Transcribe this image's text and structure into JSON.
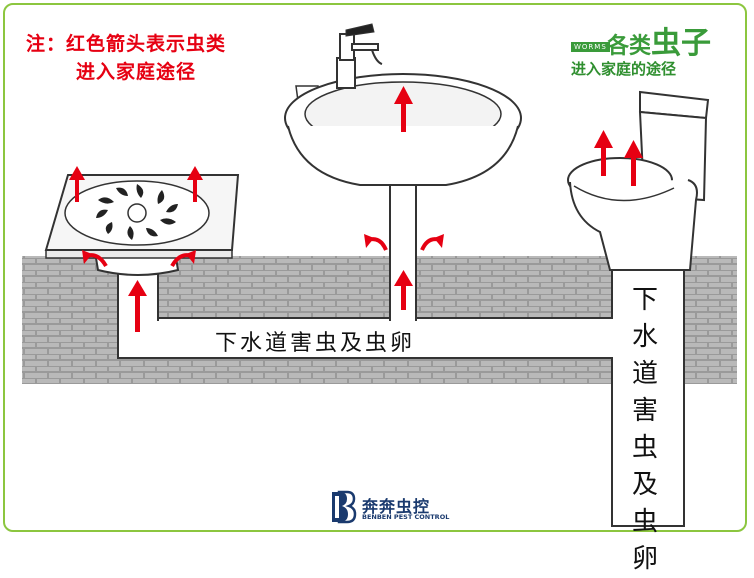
{
  "note": {
    "line1": "注：红色箭头表示虫类",
    "line2": "进入家庭途径"
  },
  "brand": {
    "title_prefix": "各类",
    "title_main": "虫子",
    "worms_tag": "WORMS",
    "subtitle": "进入家庭的途径"
  },
  "pipe_labels": {
    "horizontal": "下水道害虫及虫卵",
    "vertical": "下水道害虫及虫卵"
  },
  "logo": {
    "name": "奔奔虫控",
    "english": "BENBEN PEST CONTROL"
  },
  "colors": {
    "arrow": "#e60012",
    "brand_green": "#3a9b3a",
    "frame_green": "#8cc63f",
    "logo_blue": "#1a3a6e"
  },
  "icons": [
    "floor-drain-icon",
    "sink-icon",
    "toilet-icon",
    "up-arrow-icon",
    "curved-arrow-icon"
  ]
}
